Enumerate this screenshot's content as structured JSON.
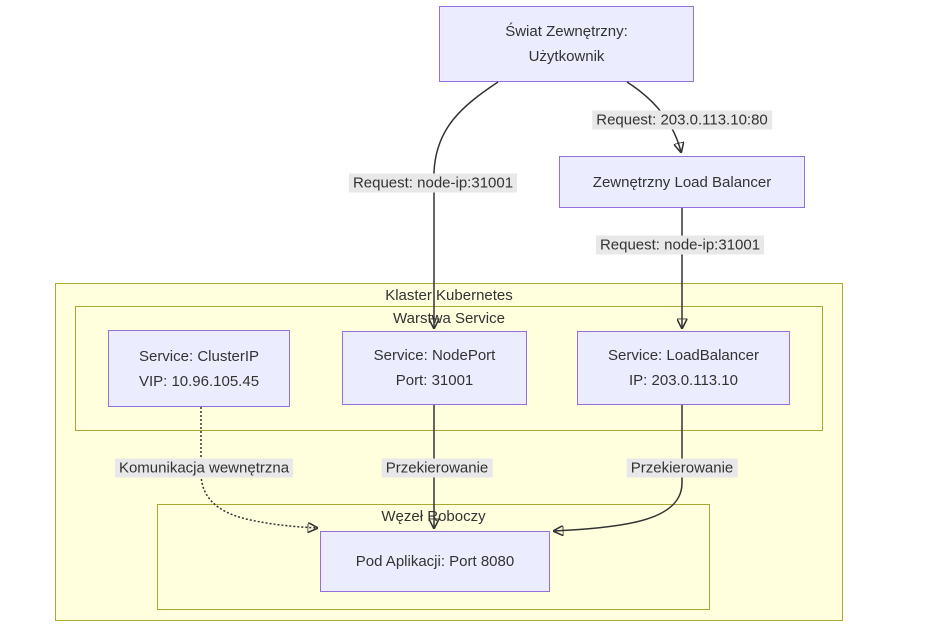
{
  "clusters": {
    "kubernetes": {
      "label": "Klaster Kubernetes"
    },
    "service_layer": {
      "label": "Warstwa Service"
    },
    "worker_node": {
      "label": "Węzeł Roboczy"
    }
  },
  "nodes": {
    "user": {
      "lines": [
        "Świat Zewnętrzny:",
        "Użytkownik"
      ]
    },
    "external_lb": {
      "label": "Zewnętrzny Load Balancer"
    },
    "cluster_ip": {
      "lines": [
        "Service: ClusterIP",
        "VIP: 10.96.105.45"
      ]
    },
    "node_port": {
      "lines": [
        "Service: NodePort",
        "Port: 31001"
      ]
    },
    "load_balancer": {
      "lines": [
        "Service: LoadBalancer",
        "IP: 203.0.113.10"
      ]
    },
    "pod": {
      "label": "Pod Aplikacji: Port 8080"
    }
  },
  "edges": {
    "user_nodeport": {
      "label": "Request: node-ip:31001",
      "style": "solid"
    },
    "user_lb": {
      "label": "Request: 203.0.113.10:80",
      "style": "solid"
    },
    "lb_lbsvc": {
      "label": "Request: node-ip:31001",
      "style": "solid"
    },
    "clusterip_pod": {
      "label": "Komunikacja wewnętrzna",
      "style": "dotted"
    },
    "nodeport_pod": {
      "label": "Przekierowanie",
      "style": "solid"
    },
    "lbsvc_pod": {
      "label": "Przekierowanie",
      "style": "solid"
    }
  },
  "colors": {
    "node_fill": "#ECECFF",
    "node_border": "#9370DB",
    "cluster_fill": "#FFFFDE",
    "cluster_border": "#AAAA33",
    "edge_stroke": "#333333",
    "edge_label_bg": "#E8E8E8",
    "text": "#333333",
    "page_bg": "#FFFFFF"
  }
}
